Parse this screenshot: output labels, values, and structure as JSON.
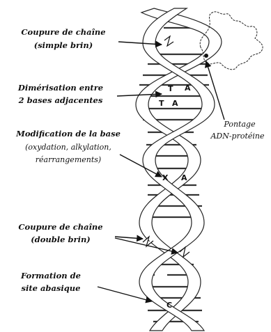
{
  "labels": {
    "single_break_1": "Coupure de chaîne",
    "single_break_2": "(simple brin)",
    "dimer_1": "Dimérisation entre",
    "dimer_2": "2 bases adjacentes",
    "modif_1": "Modification de la base",
    "modif_2": "(oxydation, alkylation,",
    "modif_3": "réarrangements)",
    "double_break_1": "Coupure de chaîne",
    "double_break_2": "(double brin)",
    "abasic_1": "Formation de",
    "abasic_2": "site abasique",
    "crosslink_1": "Pontage",
    "crosslink_2": "ADN-protéine"
  },
  "bases": {
    "t1": "T",
    "a1": "A",
    "t2": "T",
    "a2": "A",
    "x": "X",
    "a3": "A",
    "c": "C"
  },
  "colors": {
    "ink": "#111111",
    "strand_fill": "#ffffff",
    "background": "#ffffff"
  }
}
